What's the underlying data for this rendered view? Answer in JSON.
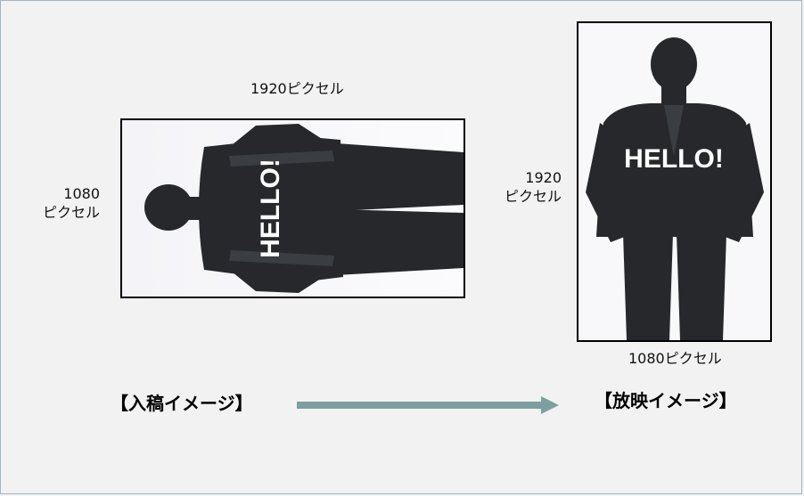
{
  "input_image": {
    "width_label": "1920ピクセル",
    "height_label_line1": "1080",
    "height_label_line2": "ピクセル",
    "overlay_text": "HELLO!",
    "caption": "【入稿イメージ】"
  },
  "output_image": {
    "height_label_line1": "1920",
    "height_label_line2": "ピクセル",
    "width_label": "1080ピクセル",
    "overlay_text": "HELLO!",
    "caption": "【放映イメージ】"
  },
  "arrow": {
    "color": "#7d9fa0",
    "direction": "right"
  },
  "colors": {
    "frame_border": "#9fb5c0",
    "background": "#f2f2f2",
    "silhouette": "#26282c"
  }
}
